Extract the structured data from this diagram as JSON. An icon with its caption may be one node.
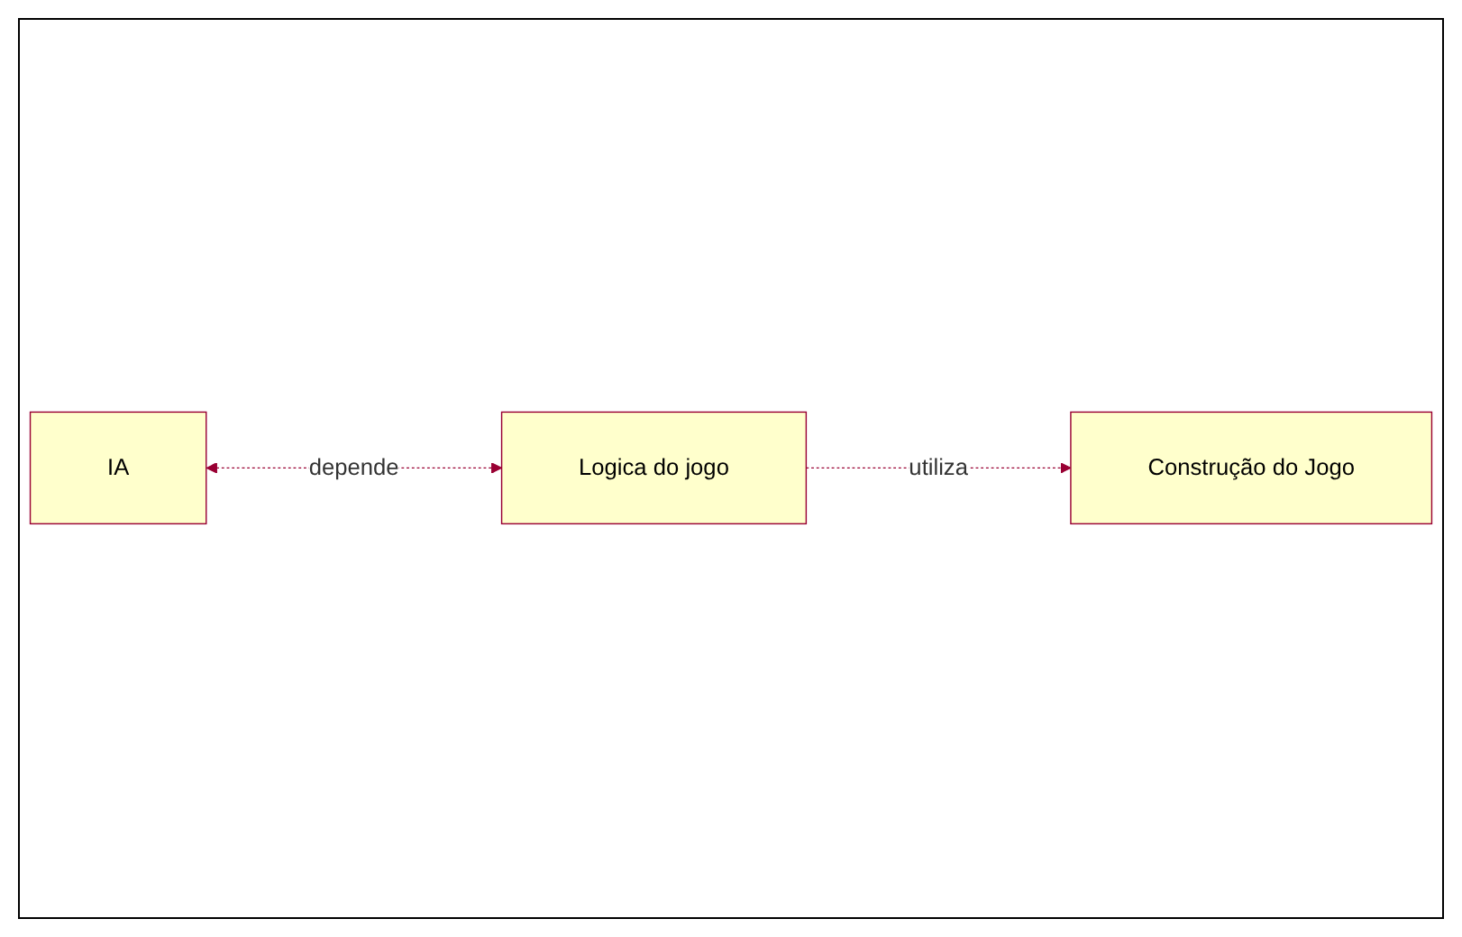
{
  "diagram": {
    "nodes": [
      {
        "text": [
          "Construção do Jogo"
        ]
      },
      {
        "text": [
          "IA"
        ]
      },
      {
        "text": [
          "Logica do jogo"
        ]
      }
    ],
    "edges": [
      {
        "from": 2,
        "to": 0,
        "arrow": "to",
        "label": "utiliza",
        "style": "dashed"
      },
      {
        "from": 1,
        "to": 2,
        "arrow": "both",
        "label": "depende",
        "style": "dashed"
      }
    ]
  }
}
